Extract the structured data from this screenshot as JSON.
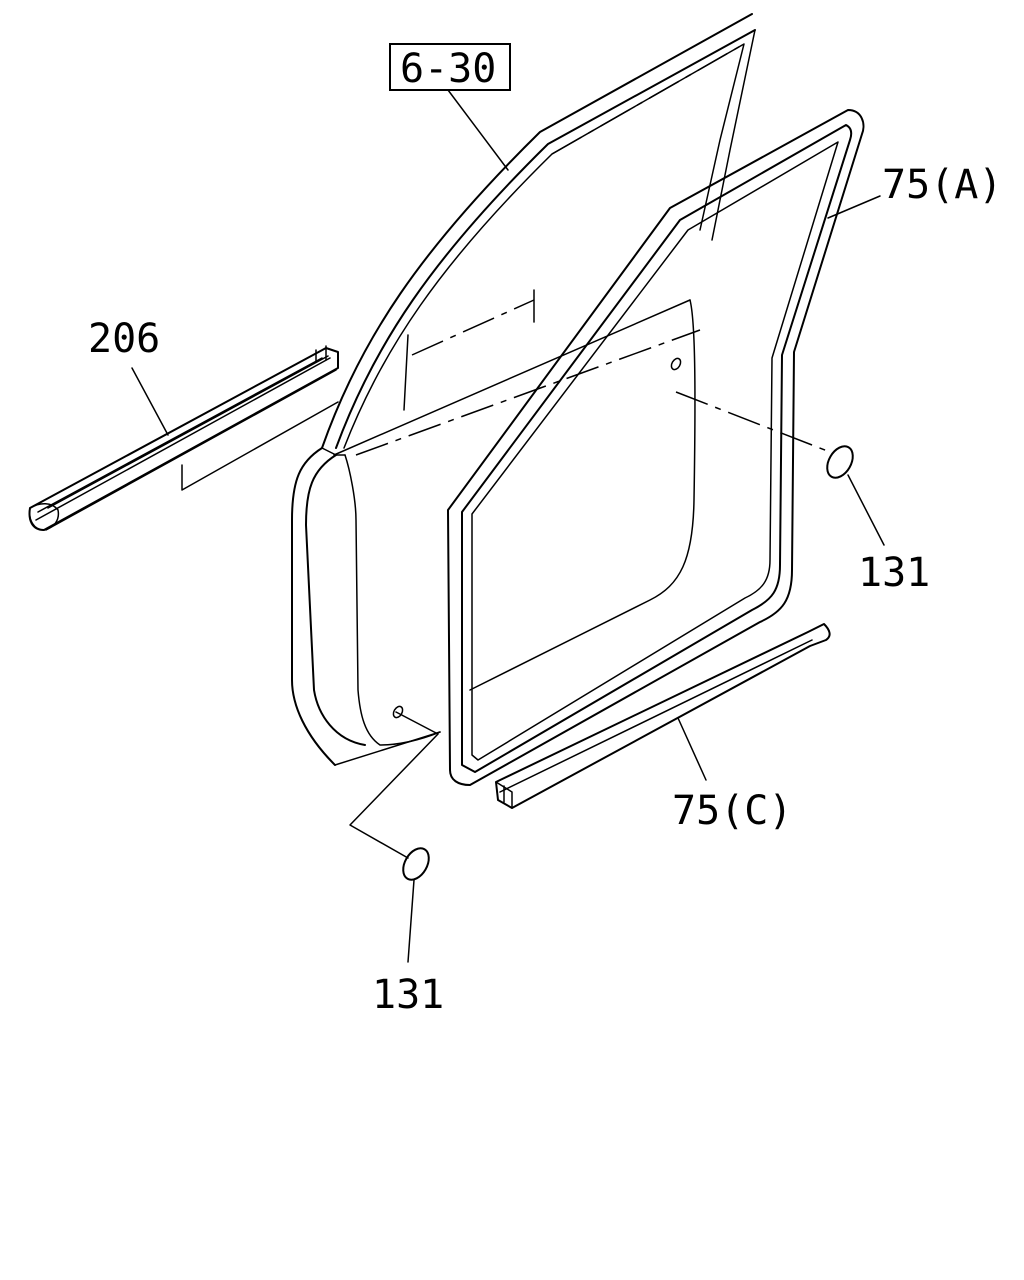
{
  "labels": {
    "ref_box": "6-30",
    "part_75a": "75(A)",
    "part_206": "206",
    "part_131_right": "131",
    "part_75c": "75(C)",
    "part_131_bottom": "131"
  }
}
